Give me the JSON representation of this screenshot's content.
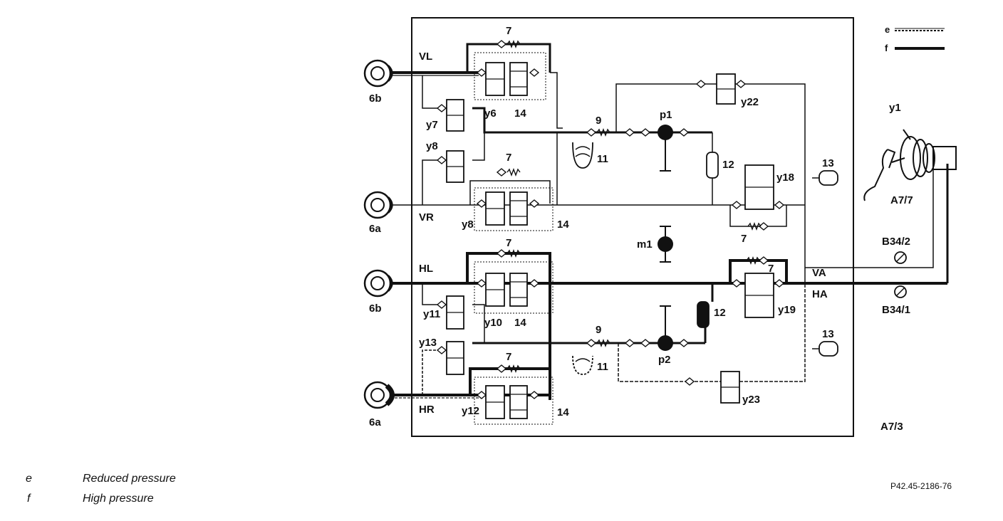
{
  "wheels": {
    "front_left": "6b",
    "front_right": "6a",
    "rear_left": "6b",
    "rear_right": "6a"
  },
  "circuits": {
    "front_left": "VL",
    "front_right": "VR",
    "rear_left": "HL",
    "rear_right": "HR",
    "front_axle": "VA",
    "rear_axle": "HA"
  },
  "valves": {
    "y6": "y6",
    "y7": "y7",
    "y8_in": "y8",
    "y8_out": "y8",
    "y10": "y10",
    "y11": "y11",
    "y12": "y12",
    "y13": "y13",
    "y18": "y18",
    "y19": "y19",
    "y22": "y22",
    "y23": "y23"
  },
  "components": {
    "c7": "7",
    "c9": "9",
    "c11": "11",
    "c12": "12",
    "c13": "13",
    "c14": "14",
    "p1": "p1",
    "p2": "p2",
    "m1": "m1",
    "unit": "A7/3",
    "master": "A7/7",
    "brake_pedal": "y1",
    "sensor_front": "B34/2",
    "sensor_rear": "B34/1"
  },
  "legend": {
    "key_e": "e",
    "key_f": "f",
    "e_label": "Reduced pressure",
    "f_label": "High pressure"
  },
  "reference": "P42.45-2186-76"
}
